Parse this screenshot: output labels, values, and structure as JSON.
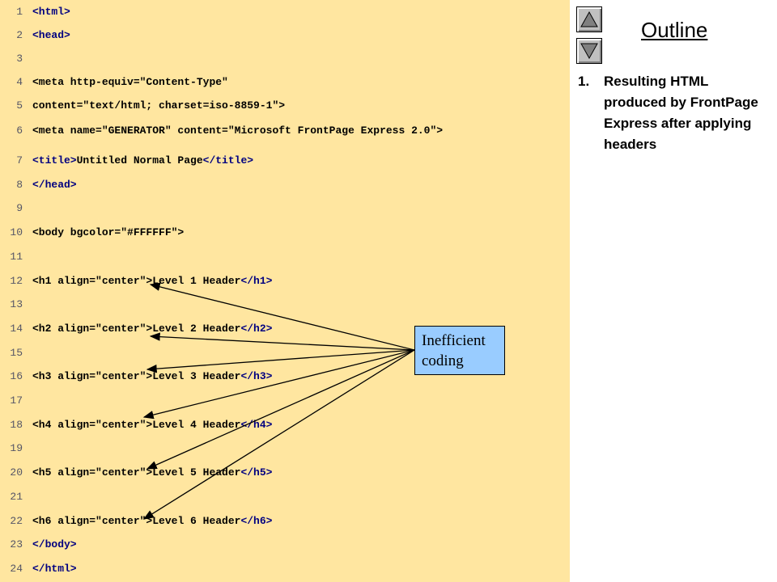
{
  "code_lines": [
    {
      "num": "1",
      "parts": [
        {
          "t": "<html>",
          "c": "tag"
        }
      ]
    },
    {
      "num": "2",
      "parts": [
        {
          "t": "<head>",
          "c": "tag"
        }
      ]
    },
    {
      "num": "3",
      "parts": []
    },
    {
      "num": "4",
      "parts": [
        {
          "t": "<meta http-equiv=",
          "c": "pl"
        },
        {
          "t": "\"Content-Type\"",
          "c": "pl"
        }
      ]
    },
    {
      "num": "5",
      "parts": [
        {
          "t": "content=\"text/html; charset=iso-8859-1\">",
          "c": "pl"
        }
      ]
    },
    {
      "num": "6",
      "parts": [
        {
          "t": "<meta name=\"GENERATOR\" content=\"Microsoft FrontPage Express 2.0\">",
          "c": "pl"
        }
      ]
    },
    {
      "num": "7",
      "parts": [
        {
          "t": "<title>",
          "c": "tag"
        },
        {
          "t": "Untitled Normal Page",
          "c": "pl"
        },
        {
          "t": "</title>",
          "c": "tag"
        }
      ]
    },
    {
      "num": "8",
      "parts": [
        {
          "t": "</head>",
          "c": "tag"
        }
      ]
    },
    {
      "num": "9",
      "parts": []
    },
    {
      "num": "10",
      "parts": [
        {
          "t": "<body bgcolor=\"#FFFFFF\">",
          "c": "pl"
        }
      ]
    },
    {
      "num": "11",
      "parts": []
    },
    {
      "num": "12",
      "parts": [
        {
          "t": "<h1 align=\"center\">",
          "c": "pl"
        },
        {
          "t": "Level 1 Header",
          "c": "pl"
        },
        {
          "t": "</h1>",
          "c": "tag"
        }
      ]
    },
    {
      "num": "13",
      "parts": []
    },
    {
      "num": "14",
      "parts": [
        {
          "t": "<h2 align=\"center\">",
          "c": "pl"
        },
        {
          "t": "Level 2 Header",
          "c": "pl"
        },
        {
          "t": "</h2>",
          "c": "tag"
        }
      ]
    },
    {
      "num": "15",
      "parts": []
    },
    {
      "num": "16",
      "parts": [
        {
          "t": "<h3 align=\"center\">",
          "c": "pl"
        },
        {
          "t": "Level 3 Header",
          "c": "pl"
        },
        {
          "t": "</h3>",
          "c": "tag"
        }
      ]
    },
    {
      "num": "17",
      "parts": []
    },
    {
      "num": "18",
      "parts": [
        {
          "t": "<h4 align=\"center\">",
          "c": "pl"
        },
        {
          "t": "Level 4 Header",
          "c": "pl"
        },
        {
          "t": "</h4>",
          "c": "tag"
        }
      ]
    },
    {
      "num": "19",
      "parts": []
    },
    {
      "num": "20",
      "parts": [
        {
          "t": "<h5 align=\"center\">",
          "c": "pl"
        },
        {
          "t": "Level 5 Header",
          "c": "pl"
        },
        {
          "t": "</h5>",
          "c": "tag"
        }
      ]
    },
    {
      "num": "21",
      "parts": []
    },
    {
      "num": "22",
      "parts": [
        {
          "t": "<h6 align=\"center\">",
          "c": "pl"
        },
        {
          "t": "Level 6 Header",
          "c": "pl"
        },
        {
          "t": "</h6>",
          "c": "tag"
        }
      ]
    },
    {
      "num": "23",
      "parts": [
        {
          "t": "</body>",
          "c": "tag"
        }
      ]
    },
    {
      "num": "24",
      "parts": [
        {
          "t": "</html>",
          "c": "tag"
        }
      ]
    }
  ],
  "outline": {
    "title": "Outline",
    "item_number": "1.",
    "item_text": "Resulting HTML produced by FrontPage Express after applying headers"
  },
  "callout": {
    "text": "Inefficient coding"
  },
  "nav": {
    "up_icon": "triangle-up-icon",
    "down_icon": "triangle-down-icon"
  },
  "colors": {
    "code_background": "#FFE6A0",
    "callout_background": "#99CCFF",
    "tag_color": "#000080"
  }
}
